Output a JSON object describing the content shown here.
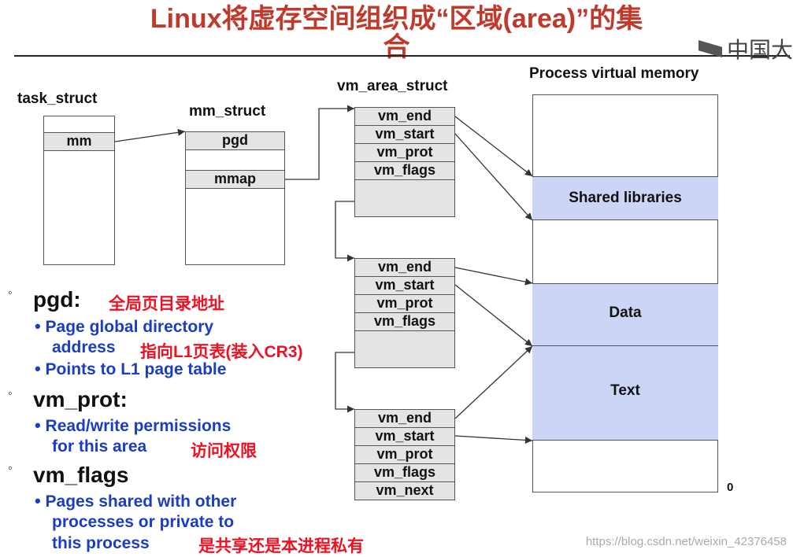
{
  "slide": {
    "title_line1": "Linux将虚存空间组织成“区域(area)”的集",
    "title_line2": "合",
    "logo_text": "中国大"
  },
  "diagram": {
    "task_struct": {
      "label": "task_struct",
      "field": "mm"
    },
    "mm_struct": {
      "label": "mm_struct",
      "fields": [
        "pgd",
        "mmap"
      ]
    },
    "vm_area_struct": {
      "label": "vm_area_struct",
      "block1": [
        "vm_end",
        "vm_start",
        "vm_prot",
        "vm_flags"
      ],
      "block2": [
        "vm_end",
        "vm_start",
        "vm_prot",
        "vm_flags"
      ],
      "block3": [
        "vm_end",
        "vm_start",
        "vm_prot",
        "vm_flags",
        "vm_next"
      ]
    },
    "process_memory": {
      "label": "Process virtual memory",
      "regions": [
        "Shared libraries",
        "Data",
        "Text"
      ],
      "zero_label": "0",
      "region_color": "#ccd5f5"
    }
  },
  "notes": {
    "pgd": {
      "heading": "pgd:",
      "cn": "全局页目录地址",
      "line1": "Page global directory",
      "line2": "address",
      "cn2": "指向L1页表(装入CR3)",
      "line3": "Points to L1 page table"
    },
    "vm_prot": {
      "heading": "vm_prot:",
      "line1": "Read/write permissions",
      "line2": "for this area",
      "cn": "访问权限"
    },
    "vm_flags": {
      "heading": "vm_flags",
      "line1": "Pages shared with other",
      "line2": "processes or private to",
      "line3": "this process",
      "cn": "是共享还是本进程私有"
    }
  },
  "watermark": "https://blog.csdn.net/weixin_42376458",
  "colors": {
    "title": "#c0392b",
    "note_blue": "#1b3dc4",
    "note_red": "#ee1122"
  }
}
